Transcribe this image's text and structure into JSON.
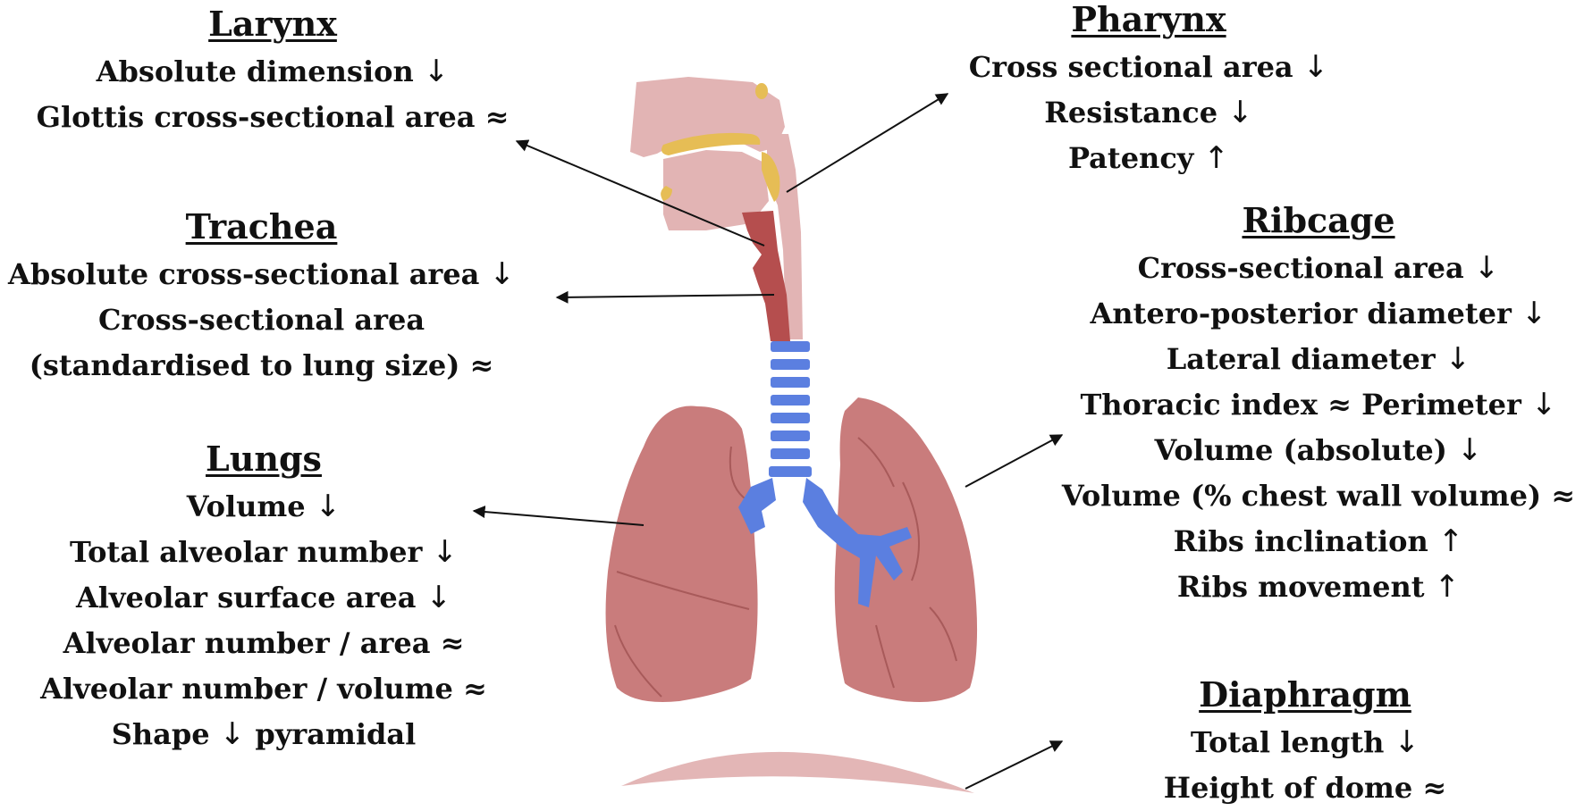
{
  "larynx": {
    "title": "Larynx",
    "lines": [
      {
        "text": "Absolute dimension",
        "sym": "↓"
      },
      {
        "text": "Glottis cross-sectional area",
        "sym": "≈"
      }
    ]
  },
  "trachea": {
    "title": "Trachea",
    "lines": [
      {
        "text": "Absolute cross-sectional area",
        "sym": "↓"
      },
      {
        "text": "Cross-sectional area",
        "sym": ""
      },
      {
        "text": "(standardised to lung size)",
        "sym": "≈"
      }
    ]
  },
  "lungs": {
    "title": "Lungs",
    "lines": [
      {
        "text": "Volume",
        "sym": "↓"
      },
      {
        "text": "Total alveolar number",
        "sym": "↓"
      },
      {
        "text": "Alveolar surface area",
        "sym": "↓"
      },
      {
        "text": "Alveolar number / area",
        "sym": "≈"
      },
      {
        "text": "Alveolar number / volume",
        "sym": "≈"
      },
      {
        "text": "Shape",
        "sym": "↓",
        "suffix": "pyramidal"
      }
    ]
  },
  "pharynx": {
    "title": "Pharynx",
    "lines": [
      {
        "text": "Cross sectional area",
        "sym": "↓"
      },
      {
        "text": "Resistance",
        "sym": "↓"
      },
      {
        "text": "Patency",
        "sym": "↑"
      }
    ]
  },
  "ribcage": {
    "title": "Ribcage",
    "lines": [
      {
        "text": "Cross-sectional area",
        "sym": "↓"
      },
      {
        "text": "Antero-posterior diameter",
        "sym": "↓"
      },
      {
        "text": "Lateral diameter",
        "sym": "↓"
      },
      {
        "text": "Thoracic index ≈ Perimeter",
        "sym": "↓"
      },
      {
        "text": "Volume (absolute)",
        "sym": "↓"
      },
      {
        "text": "Volume (% chest wall volume)",
        "sym": "≈"
      },
      {
        "text": "Ribs inclination",
        "sym": "↑"
      },
      {
        "text": "Ribs movement",
        "sym": "↑"
      }
    ]
  },
  "diaphragm": {
    "title": "Diaphragm",
    "lines": [
      {
        "text": "Total length",
        "sym": "↓"
      },
      {
        "text": "Height of dome",
        "sym": "≈"
      }
    ]
  },
  "colors": {
    "skin": "#e2b4b4",
    "bone": "#e6bd55",
    "trachea_red": "#b54e4e",
    "bronchi_blue": "#5b7fe0",
    "lung": "#c97c7c",
    "lung_line": "#a85a5a",
    "diaphragm": "#e3b6b6",
    "pointer": "#111111"
  }
}
